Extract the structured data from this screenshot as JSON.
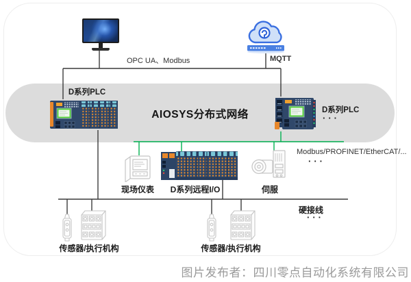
{
  "colors": {
    "pill_bg": "#dcdcdc",
    "line_black": "#3a3a3a",
    "line_green": "#00b050",
    "device_navy": "#30486a",
    "device_orange": "#ec8b2a",
    "screen_green": "#5ad13e",
    "cloud_blue": "#3a6fe0",
    "sketch_gray": "#c6c6c6",
    "caption_gray": "#9a9a9a"
  },
  "top": {
    "pc_link_label": "OPC UA、Modbus",
    "cloud_link_label": "MQTT"
  },
  "network": {
    "title": "AIOSYS分布式网络",
    "plc_left": {
      "label": "D系列PLC"
    },
    "plc_right": {
      "label": "D系列PLC",
      "more": "···"
    }
  },
  "fieldbus": {
    "label": "Modbus/PROFINET/EtherCAT/...",
    "more": "···"
  },
  "devices": {
    "instrument": {
      "label": "现场仪表"
    },
    "remote_io": {
      "label": "D系列远程I/O"
    },
    "servo": {
      "label": "伺服"
    }
  },
  "hardwire": {
    "label": "硬接线",
    "more": "···"
  },
  "sensors": {
    "group1": {
      "label": "传感器/执行机构"
    },
    "group2": {
      "label": "传感器/执行机构"
    }
  },
  "footer": {
    "caption": "图片发布者：四川零点自动化系统有限公司"
  }
}
